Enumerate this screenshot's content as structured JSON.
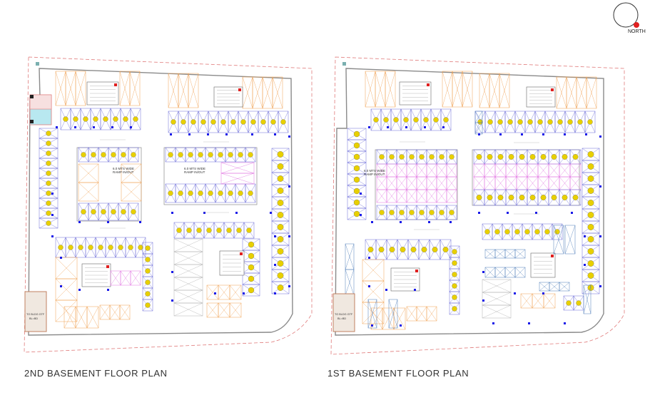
{
  "north_label": "NORTH",
  "colors": {
    "boundary": "#e07a7a",
    "wall": "#9a9a9a",
    "parking_orange": "#f0a050",
    "parking_blue": "#6a6ad8",
    "parking_pink": "#e070e0",
    "parking_gray": "#b0b0b0",
    "car_symbol": "#e8d000",
    "column": "#1a1ae8",
    "stair_red": "#e02020",
    "tank_fill": "#f0e8e0",
    "lift_cyan": "#b8e8f0",
    "stack_blue": "#4a7ab8"
  },
  "plans": [
    {
      "id": "b2",
      "title": "2ND BASEMENT FLOOR PLAN",
      "ramp_label_line1": "6.0 MTS WIDE",
      "ramp_label_line2": "RAMP IN/OUT",
      "ramp2_label_line1": "6.0 MTS WIDE",
      "ramp2_label_line2": "RAMP IN/OUT",
      "tank_label_line1": "TO BLDG GTF",
      "tank_label_line2": "BL=BD"
    },
    {
      "id": "b1",
      "title": "1ST BASEMENT FLOOR PLAN",
      "ramp_label_line1": "6.0 MTS WIDE",
      "ramp_label_line2": "RAMP IN/OUT",
      "tank_label_line1": "TO BLDG GTF",
      "tank_label_line2": "BL=BD"
    }
  ]
}
